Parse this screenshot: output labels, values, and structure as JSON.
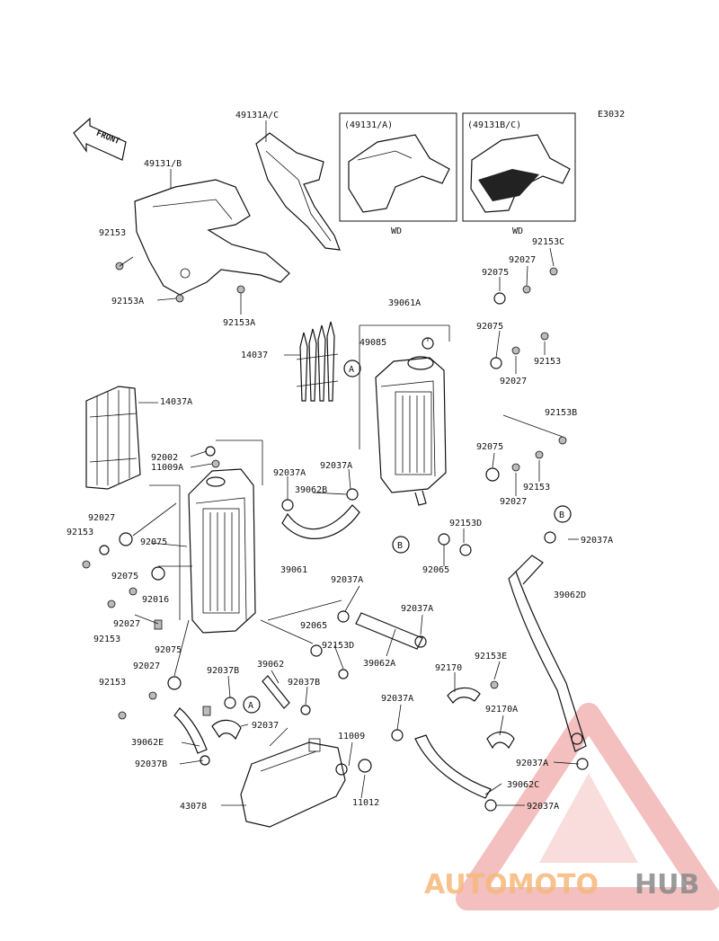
{
  "code": "E3032",
  "front_label": "FRONT",
  "inset_a": {
    "title": "(49131/A)",
    "caption": "WD"
  },
  "inset_b": {
    "title": "(49131B/C)",
    "caption": "WD"
  },
  "callout_a": "A",
  "callout_b": "B",
  "labels": {
    "l_49131ac": "49131A/C",
    "l_49131b": "49131/B",
    "l_92153_top": "92153",
    "l_92153a_1": "92153A",
    "l_92153a_2": "92153A",
    "l_92153c": "92153C",
    "l_92027_a": "92027",
    "l_92075_a": "92075",
    "l_39061a": "39061A",
    "l_92075_b": "92075",
    "l_49085": "49085",
    "l_14037": "14037",
    "l_92153_b": "92153",
    "l_92027_b": "92027",
    "l_14037a": "14037A",
    "l_92153b": "92153B",
    "l_92002": "92002",
    "l_11009a": "11009A",
    "l_92037a_1": "92037A",
    "l_92037a_2": "92037A",
    "l_39062b": "39062B",
    "l_92075_c": "92075",
    "l_92153_c": "92153",
    "l_92027_c": "92027",
    "l_92027_d": "92027",
    "l_92153_d": "92153",
    "l_92075_d": "92075",
    "l_92153d_1": "92153D",
    "l_92075_e": "92075",
    "l_92037a_3": "92037A",
    "l_92065_1": "92065",
    "l_92016": "92016",
    "l_39061": "39061",
    "l_92037a_4": "92037A",
    "l_39062d": "39062D",
    "l_92027_e": "92027",
    "l_92075_f": "92075",
    "l_92153_e": "92153",
    "l_92065_2": "92065",
    "l_92037a_5": "92037A",
    "l_92153d_2": "92153D",
    "l_39062a": "39062A",
    "l_92027_f": "92027",
    "l_92037b_1": "92037B",
    "l_39062": "39062",
    "l_92037b_2": "92037B",
    "l_92153e": "92153E",
    "l_92170": "92170",
    "l_92153_f": "92153",
    "l_92037a_6": "92037A",
    "l_92170a": "92170A",
    "l_92037": "92037",
    "l_39062e": "39062E",
    "l_11009": "11009",
    "l_92037a_7": "92037A",
    "l_92037b_3": "92037B",
    "l_11012": "11012",
    "l_39062c": "39062C",
    "l_43078": "43078",
    "l_92037a_8": "92037A"
  },
  "watermark": {
    "part1": "AUTOMOTO",
    "part2": "HUB"
  }
}
